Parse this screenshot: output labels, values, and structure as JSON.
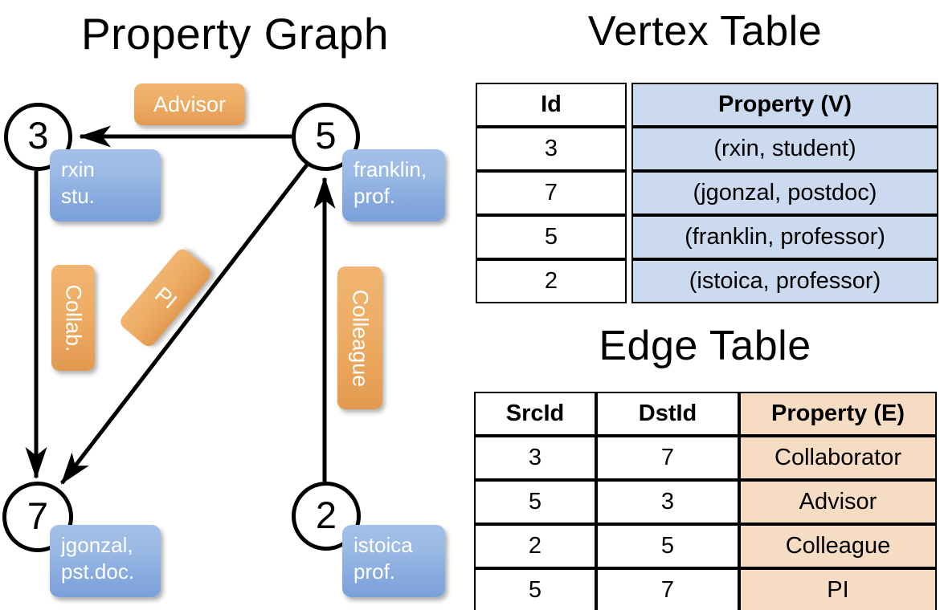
{
  "titles": {
    "property_graph": "Property Graph",
    "vertex_table": "Vertex Table",
    "edge_table": "Edge Table"
  },
  "colors": {
    "vertex_property_fill": "#ccdaf0",
    "edge_property_fill": "#f6dcc2",
    "node_box_blue": "#9ab9e4",
    "edge_label_orange": "#eeae66",
    "stroke": "#000000",
    "background": "#ffffff"
  },
  "graph": {
    "nodes": [
      {
        "id": "3",
        "property_line1": "rxin",
        "property_line2": "stu."
      },
      {
        "id": "5",
        "property_line1": "franklin,",
        "property_line2": "prof."
      },
      {
        "id": "7",
        "property_line1": "jgonzal,",
        "property_line2": "pst.doc."
      },
      {
        "id": "2",
        "property_line1": "istoica",
        "property_line2": "prof."
      }
    ],
    "edge_labels": [
      {
        "key": "advisor",
        "text": "Advisor",
        "orientation": "horizontal"
      },
      {
        "key": "collab",
        "text": "Collab.",
        "orientation": "vertical"
      },
      {
        "key": "pi",
        "text": "PI",
        "orientation": "diagonal"
      },
      {
        "key": "colleague",
        "text": "Colleague",
        "orientation": "vertical"
      }
    ],
    "edges": [
      {
        "from": "5",
        "to": "3",
        "label": "Advisor"
      },
      {
        "from": "3",
        "to": "7",
        "label": "Collab."
      },
      {
        "from": "5",
        "to": "7",
        "label": "PI"
      },
      {
        "from": "2",
        "to": "5",
        "label": "Colleague"
      }
    ]
  },
  "vertex_table": {
    "headers": [
      "Id",
      "Property (V)"
    ],
    "rows": [
      {
        "id": "3",
        "property": "(rxin, student)"
      },
      {
        "id": "7",
        "property": "(jgonzal, postdoc)"
      },
      {
        "id": "5",
        "property": "(franklin, professor)"
      },
      {
        "id": "2",
        "property": "(istoica, professor)"
      }
    ]
  },
  "edge_table": {
    "headers": [
      "SrcId",
      "DstId",
      "Property (E)"
    ],
    "rows": [
      {
        "src": "3",
        "dst": "7",
        "property": "Collaborator"
      },
      {
        "src": "5",
        "dst": "3",
        "property": "Advisor"
      },
      {
        "src": "2",
        "dst": "5",
        "property": "Colleague"
      },
      {
        "src": "5",
        "dst": "7",
        "property": "PI"
      }
    ]
  }
}
